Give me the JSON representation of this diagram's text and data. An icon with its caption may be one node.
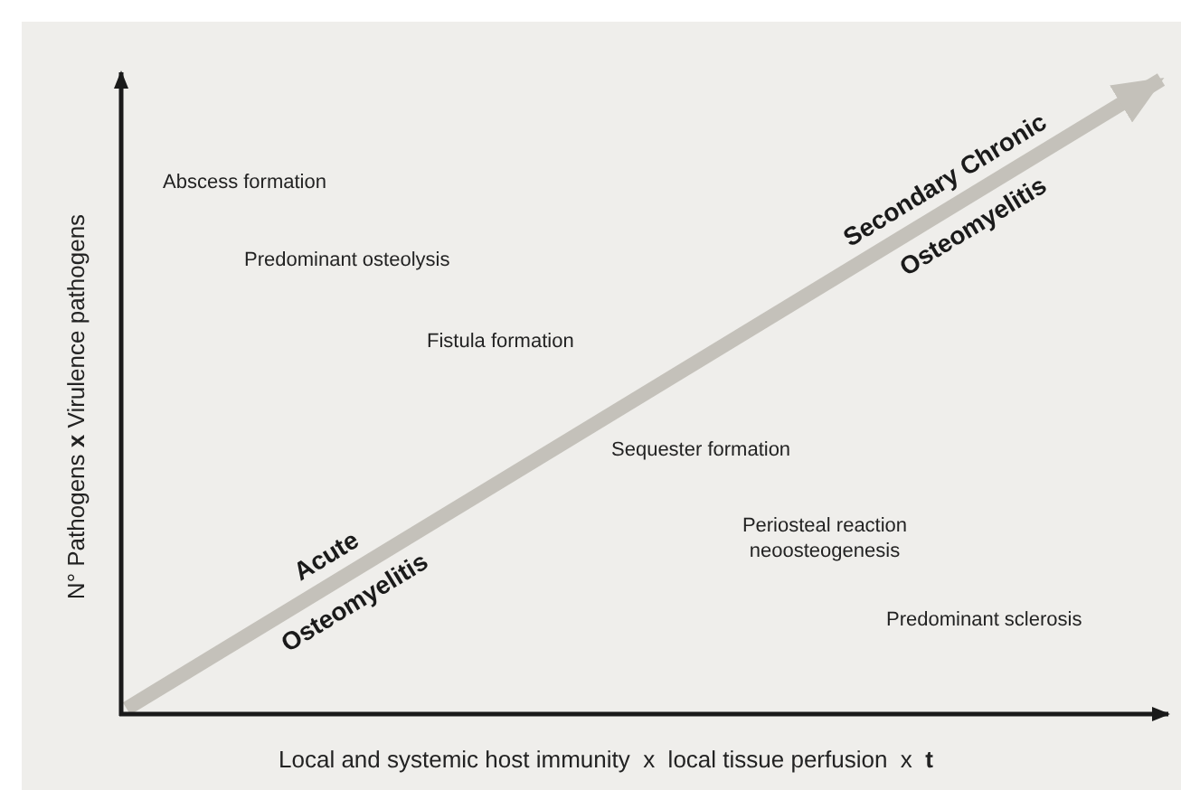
{
  "diagram": {
    "labels": [
      "Abscess formation",
      "Predominant osteolysis",
      "Fistula formation",
      "Secondary Chronic Osteomyelitis",
      "Sequester formation",
      "Periosteal reaction neoosteogenesis",
      "Acute Osteomyelitis",
      "Predominant sclerosis",
      "N° Pathogens **x** Virulence pathogens",
      "Local and systemic host immunity  x  local tissue perfusion  x  **t**"
    ]
  }
}
